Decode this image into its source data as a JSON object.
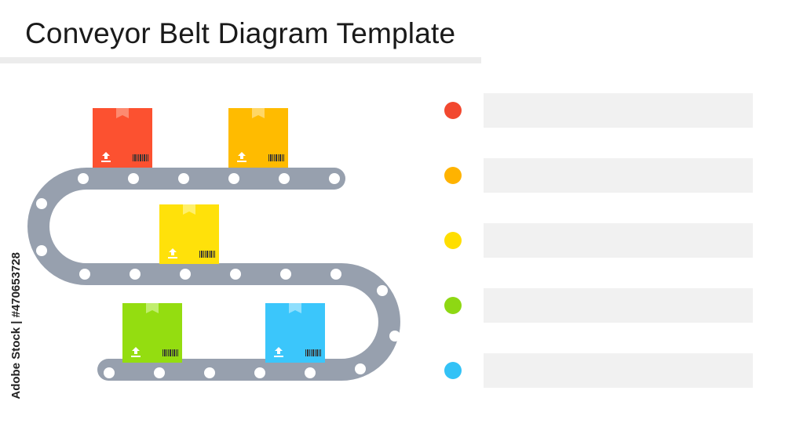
{
  "title": "Conveyor Belt Diagram Template",
  "side_credit": "Adobe Stock | #470653728",
  "colors": {
    "belt": "#97a0ae",
    "belt_dot": "#ffffff",
    "title_rule": "#ececec",
    "legend_bar": "#f1f1f1",
    "box_label": "#ffffff",
    "barcode": "#333333"
  },
  "boxes": [
    {
      "name": "box-red",
      "color": "#fc5130",
      "tape": "#fd8a70"
    },
    {
      "name": "box-orange",
      "color": "#ffbb00",
      "tape": "#ffd766"
    },
    {
      "name": "box-yellow",
      "color": "#ffe10a",
      "tape": "#fff06c"
    },
    {
      "name": "box-green",
      "color": "#94dd10",
      "tape": "#c0ee6e"
    },
    {
      "name": "box-blue",
      "color": "#3bc6fb",
      "tape": "#8fdffd"
    }
  ],
  "legend": [
    {
      "name": "legend-item-red",
      "color": "#f2482f"
    },
    {
      "name": "legend-item-orange",
      "color": "#ffb300"
    },
    {
      "name": "legend-item-yellow",
      "color": "#ffde00"
    },
    {
      "name": "legend-item-green",
      "color": "#8ed813"
    },
    {
      "name": "legend-item-blue",
      "color": "#33c2f6"
    }
  ]
}
